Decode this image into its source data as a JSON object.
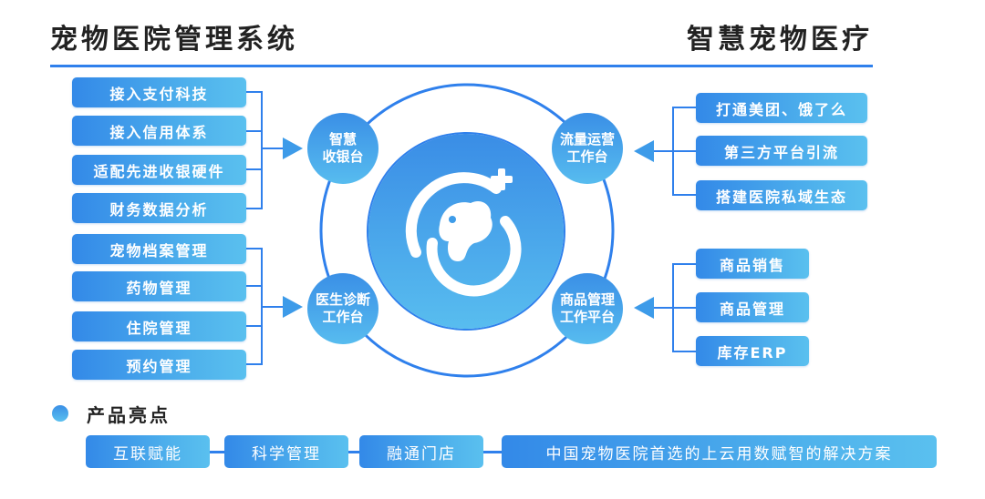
{
  "header": {
    "title_left": "宠物医院管理系统",
    "title_right": "智慧宠物医疗"
  },
  "diagram": {
    "center_icon": "pet-hospital-logo-icon",
    "nodes": {
      "cashier": {
        "line1": "智慧",
        "line2": "收银台"
      },
      "diagnosis": {
        "line1": "医生诊断",
        "line2": "工作台"
      },
      "traffic": {
        "line1": "流量运营",
        "line2": "工作台"
      },
      "goods": {
        "line1": "商品管理",
        "line2": "工作平台"
      }
    },
    "cashier_items": [
      "接入支付科技",
      "接入信用体系",
      "适配先进收银硬件",
      "财务数据分析"
    ],
    "diagnosis_items": [
      "宠物档案管理",
      "药物管理",
      "住院管理",
      "预约管理"
    ],
    "traffic_items": [
      "打通美团、饿了么",
      "第三方平台引流",
      "搭建医院私域生态"
    ],
    "goods_items": [
      "商品销售",
      "商品管理",
      "库存ERP"
    ]
  },
  "highlights": {
    "title": "产品亮点",
    "items": [
      "互联赋能",
      "科学管理",
      "融通门店",
      "中国宠物医院首选的上云用数赋智的解决方案"
    ]
  },
  "colors": {
    "accent": "#2f80ec",
    "gradient_start": "#3389e8",
    "gradient_end": "#5ac0ef",
    "title_text": "#222222"
  }
}
